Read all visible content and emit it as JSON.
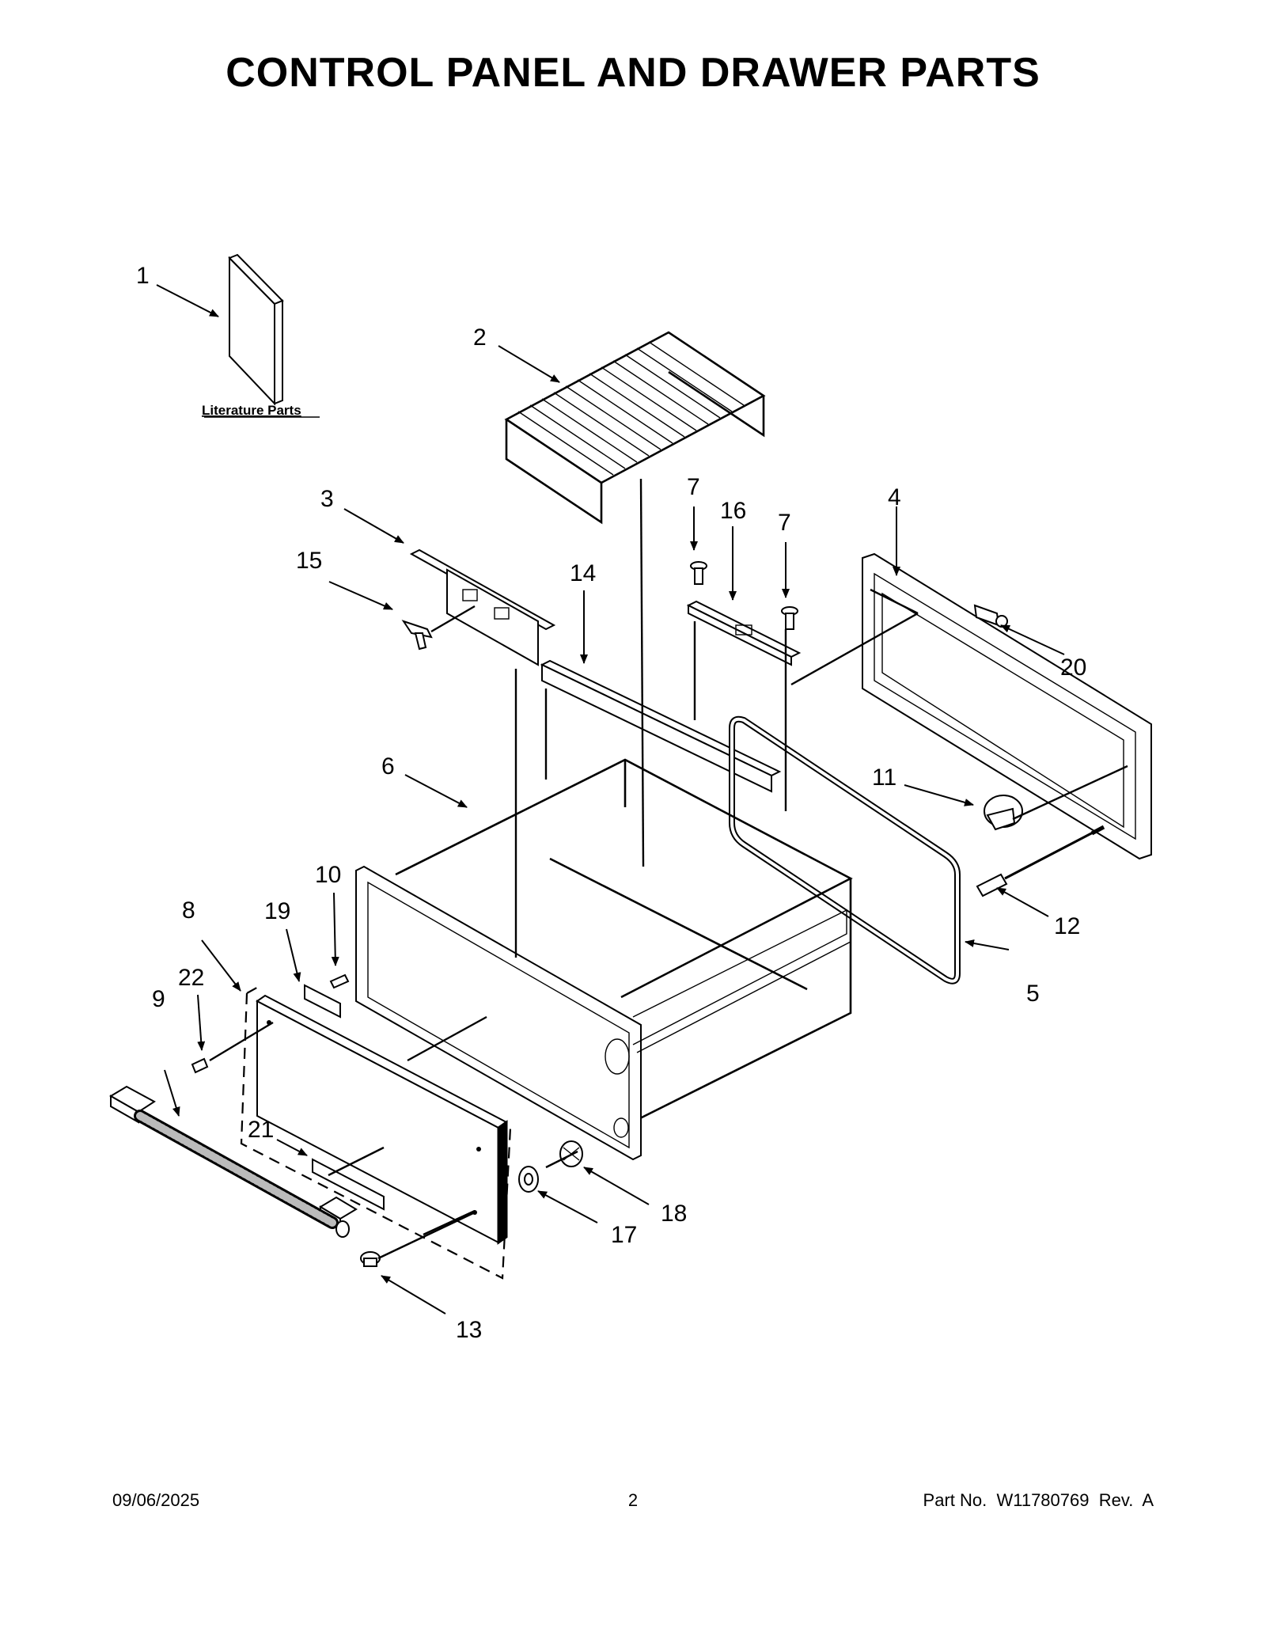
{
  "page": {
    "title": "CONTROL PANEL AND DRAWER PARTS"
  },
  "literature_label": "Literature Parts",
  "callouts": [
    "1",
    "2",
    "3",
    "4",
    "5",
    "6",
    "7",
    "7",
    "8",
    "9",
    "10",
    "11",
    "12",
    "13",
    "14",
    "15",
    "16",
    "17",
    "18",
    "19",
    "20",
    "21",
    "22"
  ],
  "footer": {
    "date": "09/06/2025",
    "page_number": "2",
    "part_no": "Part No.  W11780769  Rev.  A"
  }
}
